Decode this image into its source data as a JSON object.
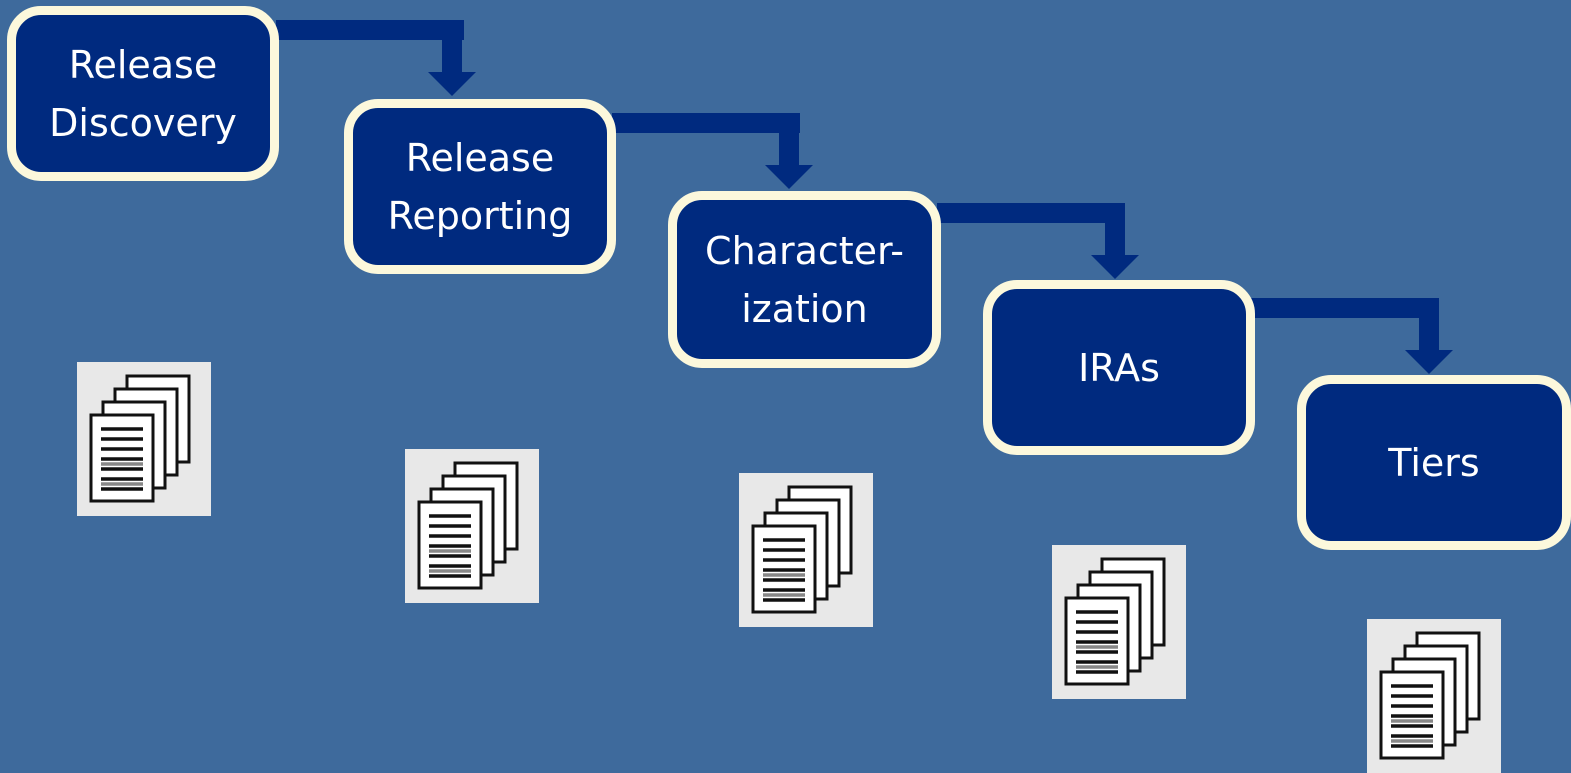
{
  "steps": [
    {
      "name": "release-discovery",
      "lines": [
        "Release",
        "Discovery"
      ]
    },
    {
      "name": "release-reporting",
      "lines": [
        "Release",
        "Reporting"
      ]
    },
    {
      "name": "characterization",
      "lines": [
        "Character-",
        "ization"
      ]
    },
    {
      "name": "iras",
      "lines": [
        "IRAs"
      ]
    },
    {
      "name": "tiers",
      "lines": [
        "Tiers"
      ]
    }
  ],
  "colors": {
    "background": "#3e6a9c",
    "box_fill": "#002a7f",
    "box_border": "#fcf8dc",
    "connector": "#002a7f",
    "text": "#ffffff"
  },
  "icons": [
    "document-stack-icon",
    "document-stack-icon",
    "document-stack-icon",
    "document-stack-icon",
    "document-stack-icon"
  ]
}
